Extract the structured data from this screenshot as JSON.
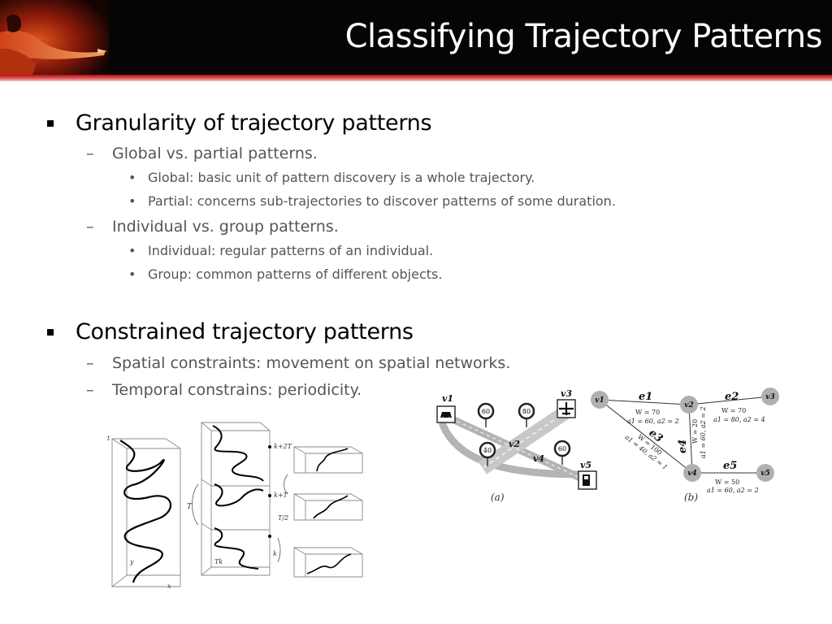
{
  "title": "Classifying Trajectory Patterns",
  "sections": [
    {
      "heading": "Granularity of trajectory patterns",
      "items": [
        {
          "text": "Global vs. partial patterns.",
          "subitems": [
            "Global: basic unit of pattern discovery is a whole trajectory.",
            "Partial: concerns sub-trajectories to discover patterns of some duration."
          ]
        },
        {
          "text": "Individual vs. group patterns.",
          "subitems": [
            "Individual: regular patterns of an individual.",
            "Group: common patterns of different objects."
          ]
        }
      ]
    },
    {
      "heading": "Constrained trajectory patterns",
      "items": [
        {
          "text": "Spatial constraints: movement on spatial networks.",
          "subitems": []
        },
        {
          "text": "Temporal constrains: periodicity.",
          "subitems": []
        }
      ]
    }
  ],
  "marks": {
    "level1": "▪",
    "level2": "–",
    "level3": "•"
  },
  "figure_periodic": {
    "axis_t": "t",
    "axis_y": "y",
    "axis_x": "x",
    "label_k2T": "k+2T",
    "label_kT": "k+T",
    "label_T": "T",
    "label_T2": "T/2",
    "label_k": "k",
    "label_Tk": "Tk"
  },
  "figure_network": {
    "panel_a": {
      "caption": "(a)",
      "nodes": [
        "v1",
        "v2",
        "v3",
        "v4",
        "v5"
      ],
      "speed_signs": [
        "60",
        "80",
        "40",
        "60"
      ],
      "icons": [
        "car-icon",
        "airplane-icon",
        "fuel-pump-icon"
      ]
    },
    "panel_b": {
      "caption": "(b)",
      "nodes": [
        "v1",
        "v2",
        "v3",
        "v4",
        "v5"
      ],
      "edges": [
        {
          "name": "e1",
          "w": "W = 70",
          "attrs": "a1 = 60,  a2 = 2"
        },
        {
          "name": "e2",
          "w": "W = 70",
          "attrs": "a1 = 80,  a2 = 4"
        },
        {
          "name": "e3",
          "w": "W = 100",
          "attrs": "a1 = 40,  a2 = 1"
        },
        {
          "name": "e4",
          "w": "W = 20",
          "attrs": "a1 = 60,  a2 = 2"
        },
        {
          "name": "e5",
          "w": "W = 50",
          "attrs": "a1 = 60, a2 = 2"
        }
      ]
    }
  },
  "colors": {
    "header_bg": "#050505",
    "title": "#ffffff",
    "rule": "#c22020",
    "heading_text": "#000000",
    "body_text": "#555555"
  }
}
